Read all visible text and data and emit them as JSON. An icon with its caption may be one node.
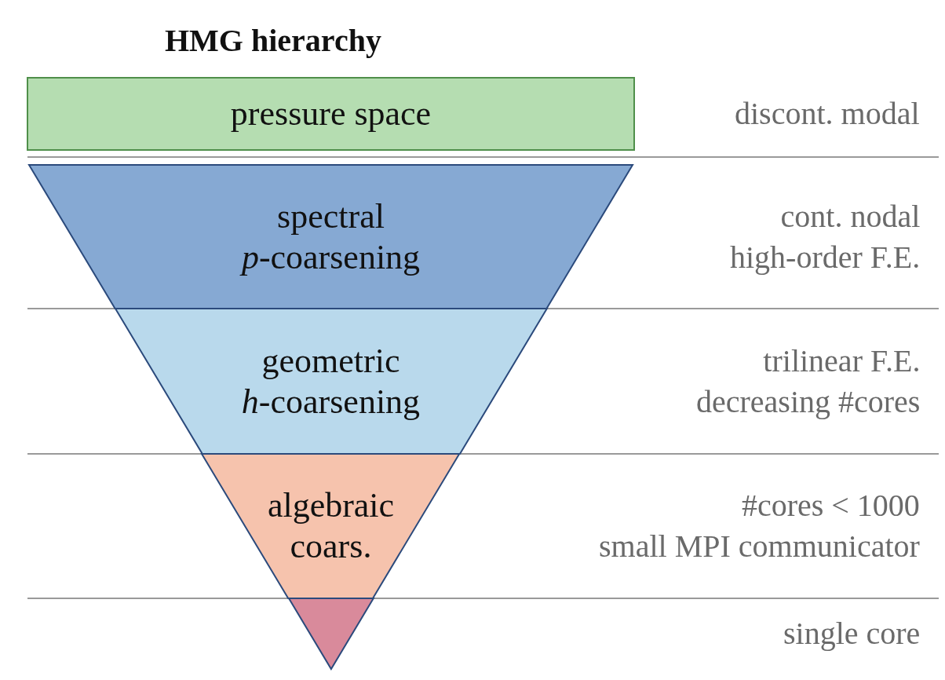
{
  "diagram": {
    "title": "HMG hierarchy",
    "nodes": [
      {
        "text": [
          "pressure space"
        ]
      },
      {
        "text": [
          "spectral *p*-coarsening"
        ]
      },
      {
        "text": [
          "geometric *h*-coarsening"
        ]
      },
      {
        "text": [
          "algebraic coars."
        ]
      },
      {
        "text": [],
        "shape": "triangle"
      }
    ],
    "labels": [
      "discont. modal",
      "cont. nodal high-order F.E.",
      "trilinear F.E. decreasing #cores",
      "#cores < 1000 small MPI communicator",
      "single core"
    ]
  }
}
